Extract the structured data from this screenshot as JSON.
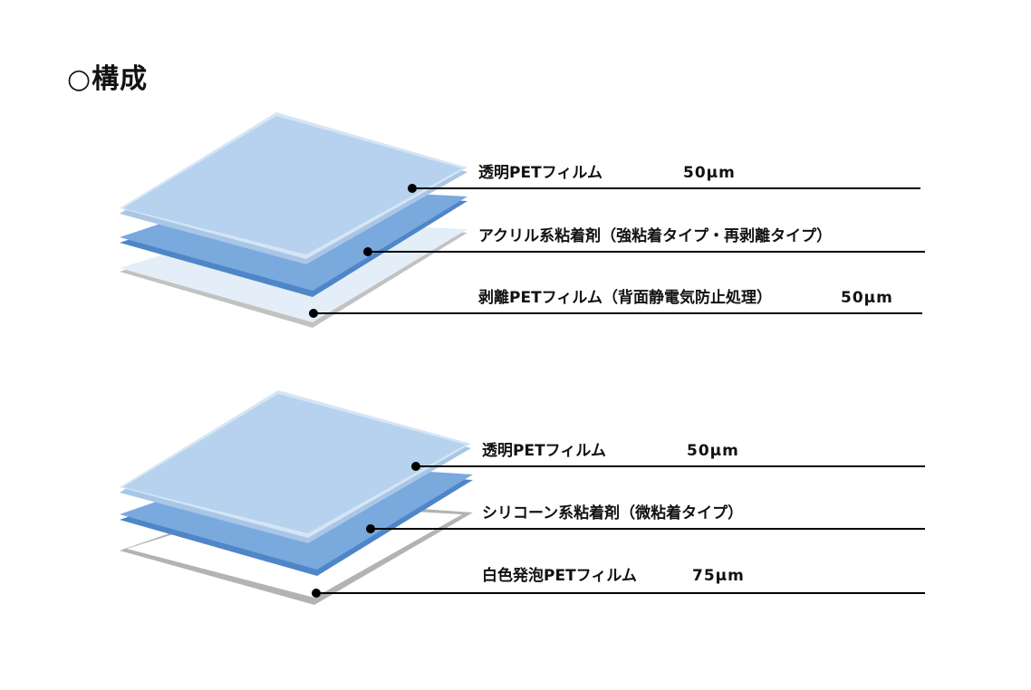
{
  "heading": "○構成",
  "stack1": {
    "layer1": {
      "name": "透明PETフィルム",
      "thickness": "50μm"
    },
    "layer2": {
      "name": "アクリル系粘着剤（強粘着タイプ・再剥離タイプ）"
    },
    "layer3": {
      "name": "剥離PETフィルム（背面静電気防止処理）",
      "thickness": "50μm"
    }
  },
  "stack2": {
    "layer1": {
      "name": "透明PETフィルム",
      "thickness": "50μm"
    },
    "layer2": {
      "name": "シリコーン系粘着剤（微粘着タイプ）"
    },
    "layer3": {
      "name": "白色発泡PETフィルム",
      "thickness": "75μm"
    }
  },
  "colors": {
    "pet_top": "#b8d4ee",
    "pet_edge": "#d9e7f5",
    "adhesive": "#7aa9de",
    "adhesive_edge": "#4e86c8",
    "release_film": "#e4eef8",
    "foam_edge": "#b8b8b8",
    "leader": "#000000"
  }
}
